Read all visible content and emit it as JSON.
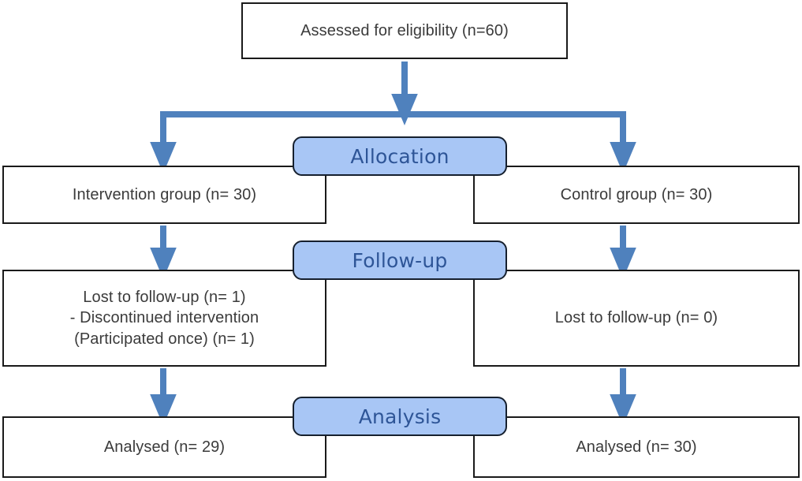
{
  "diagram": {
    "title": "CONSORT participant flow diagram",
    "colors": {
      "arrow": "#4f81bd",
      "badge_fill": "#a8c6f5",
      "badge_border": "#16202e",
      "badge_text": "#2e5597",
      "box_border": "#1a1a1a",
      "box_text": "#3b3b3b",
      "background": "#ffffff"
    }
  },
  "enrollment": {
    "assessed": "Assessed for eligibility (n=60)"
  },
  "stages": {
    "allocation": "Allocation",
    "followup": "Follow-up",
    "analysis": "Analysis"
  },
  "allocation": {
    "intervention": "Intervention group (n= 30)",
    "control": "Control group (n= 30)"
  },
  "followup": {
    "intervention": "Lost to follow-up (n= 1)\n- Discontinued intervention\n(Participated once) (n= 1)",
    "control": "Lost to follow-up (n= 0)"
  },
  "analysis": {
    "intervention": "Analysed (n= 29)",
    "control": "Analysed (n= 30)"
  }
}
